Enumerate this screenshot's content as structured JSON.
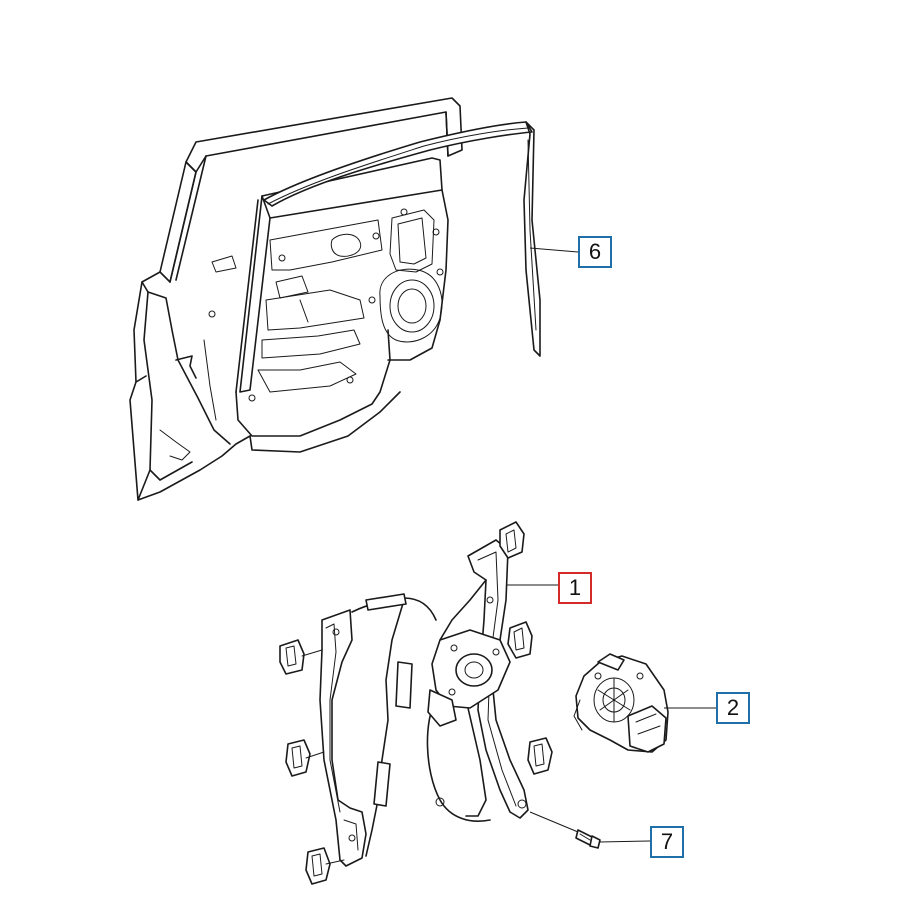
{
  "diagram": {
    "parts": [
      {
        "id": "part-1",
        "label": "1",
        "highlighted": true
      },
      {
        "id": "part-2",
        "label": "2",
        "highlighted": false
      },
      {
        "id": "part-6",
        "label": "6",
        "highlighted": false
      },
      {
        "id": "part-7",
        "label": "7",
        "highlighted": false
      }
    ]
  },
  "colors": {
    "callout_border": "#1f6fa8",
    "callout_highlight_border": "#d42a2a",
    "line": "#1a1a1a",
    "background": "#ffffff"
  }
}
